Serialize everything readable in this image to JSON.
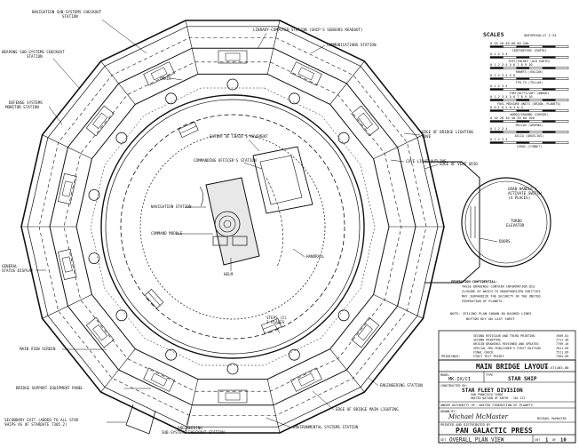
{
  "labels": {
    "nav_checkout": [
      "NAVIGATION SUB-SYSTEMS CHECKOUT",
      "STATION"
    ],
    "weapons_checkout": [
      "WEAPONS SUB-SYSTEMS CHECKOUT",
      "STATION"
    ],
    "defense_monitor": [
      "DEFENSE SYSTEMS",
      "MONITOR STATION"
    ],
    "general_status": [
      "GENERAL",
      "STATUS DISPLAY"
    ],
    "main_view_screen": "MAIN VIEW SCREEN",
    "bridge_support": "BRIDGE SUPPORT EQUIPMENT PANEL",
    "secondary_exit": [
      "SECONDARY EXIT (ADDED TO ALL STAR",
      "SHIPS AS OF STARDATE 7305.2)"
    ],
    "engineering_sub": [
      "ENGINEERING",
      "SUB-SYSTEMS CHECKOUT STATION"
    ],
    "environmental": "ENVIRONMENTAL SYSTEMS STATION",
    "edge_main_lighting": "EDGE OF BRIDGE MAIN LIGHTING",
    "engineering_station": "ENGINEERING STATION",
    "library_computer": "LIBRARY-COMPUTER STATION (SHIP'S SENSORS READOUT)",
    "communications": "COMMUNICATIONS STATION",
    "chair": "CHAIR",
    "edge_lighting_cove": [
      "EDGE OF BRIDGE LIGHTING",
      "COVE"
    ],
    "cove_light": "COVE LIGHT OUTLINE",
    "edge_vent_grid": "EDGE OF VENT GRID",
    "extent_chair": "EXTENT OF CHAIR'S MOVEMENT",
    "commanding_officer": "COMMANDING OFFICER'S STATION",
    "navigation_station": "NAVIGATION STATION",
    "command_module": "COMMAND MODULE",
    "helm": "HELM",
    "handrail": "HANDRAIL",
    "steps": [
      "STEPS (2)",
      "3 PLACES"
    ],
    "grab_handle": [
      "GRAB HANDLE /",
      "ACTIVATE SWITCH",
      "(4 PLACES)"
    ],
    "turbo_elevator": [
      "TURBO",
      "ELEVATOR"
    ],
    "doors": "DOORS"
  },
  "scales": {
    "title": "SCALES",
    "subtitle": "UNIVERSALLY 1:24",
    "rows": [
      {
        "ticks": "0 10 20 40 60 80 100",
        "unit": "CENTIMETERS (EARTH)"
      },
      {
        "ticks": "0   1   2   3   4",
        "unit": "FEET/INCHES (OLD EARTH)"
      },
      {
        "ticks": "0  1  2  3  4  5  6  7  8  9 10",
        "unit": "RHAMTS (VULCAN)"
      },
      {
        "ticks": "0  1  2  3  4  5  6",
        "unit": "TYR-TS (TELLAR)"
      },
      {
        "ticks": "0   1   2   3   4",
        "unit": "THRY/KITTS/ART (ANDOR)"
      },
      {
        "ticks": "0  1  2  3  4  5  6  7  8  9 10",
        "unit": "FUEL MEASURE UNITS (ORION, PLANETS)"
      },
      {
        "ticks": "0     0.1    0.2    0.3    0.4",
        "unit": "WORDS/GROUND (CORSOR)"
      },
      {
        "ticks": "0  10  20  30  40  50  60  100",
        "unit": "MILLAS (ARGENA)"
      },
      {
        "ticks": "0   1   2   3   4",
        "unit": "AELIA (ARGELIUS)"
      },
      {
        "ticks": "0   1   2   3   4",
        "unit": "LEROS (CYBNET)"
      }
    ]
  },
  "confidential": [
    "FEDERATION CONFIDENTIAL:",
    "THESE DRAWINGS CONTAIN INFORMATION DIS-",
    "CLOSURE OF WHICH TO UNAUTHORIZED ENTITIES",
    "MAY JEOPARDIZE THE SECURITY OF THE UNITED",
    "FEDERATION OF PLANETS."
  ],
  "note": [
    "NOTE: CEILING PLAN SHOWN IN DASHED LINES",
    "BUTTON KEY ON LAST SHEET"
  ],
  "revisions": [
    {
      "text": "SECOND REVISION AND THIRD PRINTING",
      "date": "7609.01"
    },
    {
      "text": "SECOND PRINTING",
      "date": "7711.30"
    },
    {
      "text": "ORIGIN DRAWINGS REVIEWED AND UPDATED",
      "date": "7709.16"
    },
    {
      "text": "SPECIAL PRE-PUBLISHER'S FIRST EDITION",
      "date": "7811.09"
    },
    {
      "text": "FINAL CHECK",
      "date": "7511.09"
    },
    {
      "text": "FIRST TEST PRINTS",
      "date": "7303.09"
    }
  ],
  "printings_label": "PRINTINGS:",
  "title_block": {
    "drawing_title": "MAIN BRIDGE LAYOUT",
    "drawing_no": "TD-571483-08",
    "model_label": "MODEL",
    "model": "MK-IX/CI",
    "type_label": "TYPE",
    "type": "STAR SHIP",
    "constructed_label": "CONSTRUCTED BY:",
    "constructor": "STAR FLEET DIVISION",
    "constructor_lines": [
      "SAN FRANCISCO YARDS",
      "UNITED NATION OF EARTH - SOL III"
    ],
    "authority": "UNDER AUTHORITY OF: UNITED FEDERATION OF PLANETS",
    "drawn_label": "DRAWN BY:",
    "signature": "Michael McMaster",
    "drawn_name": "MICHAEL McMASTER",
    "printed_label": "PRINTED AND DISTRIBUTED BY",
    "press": "PAN GALACTIC PRESS",
    "set_label": "SET",
    "sheet_title": "OVERALL PLAN VIEW",
    "sheet_label": "SHT",
    "sheet_no": "1",
    "of_label": "OF",
    "of_no": "10"
  }
}
